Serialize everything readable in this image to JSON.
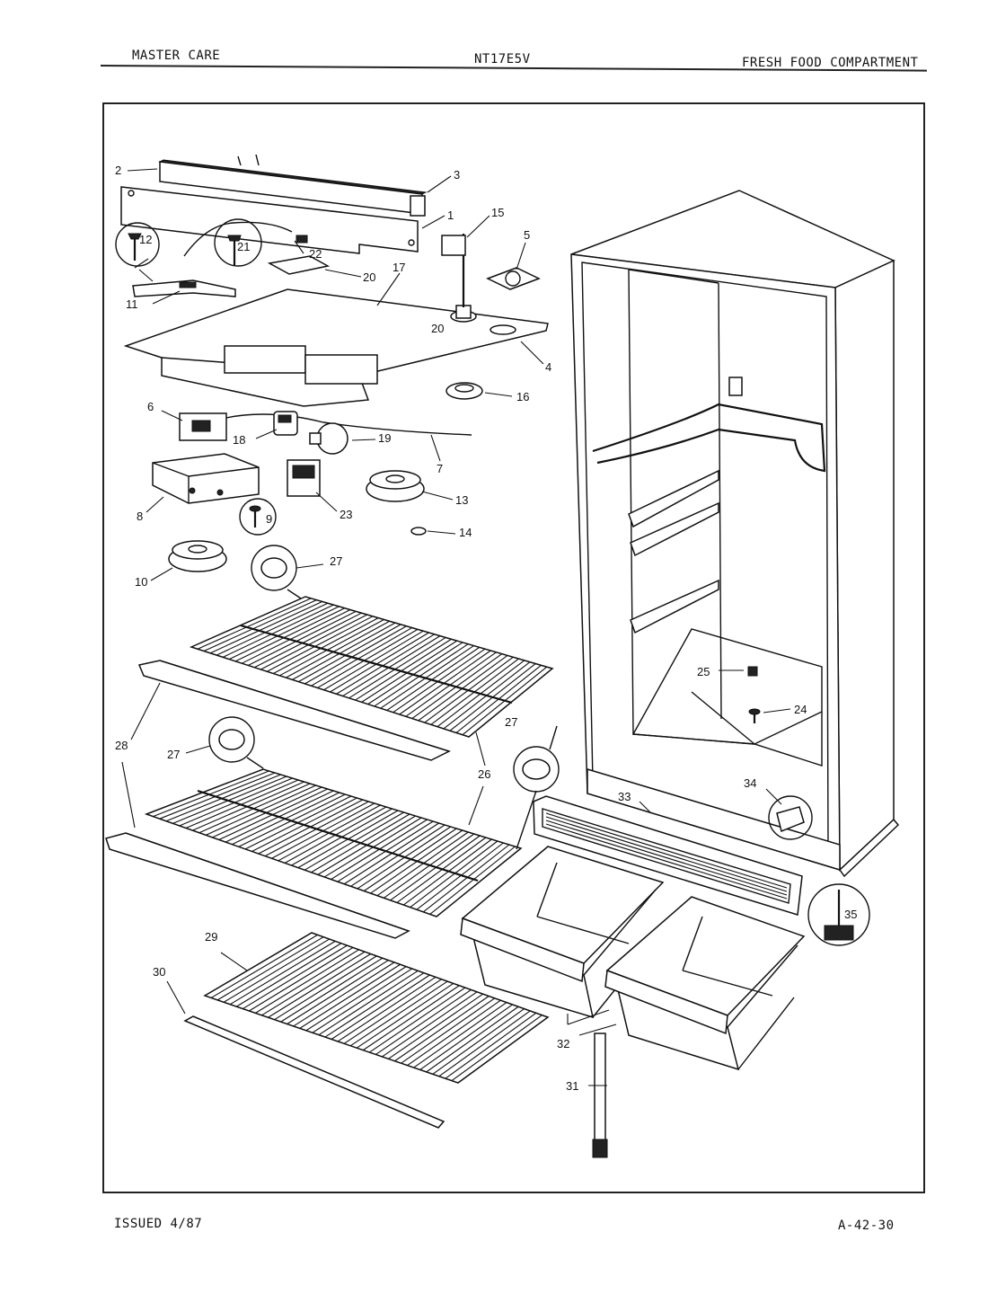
{
  "header": {
    "left": "MASTER CARE",
    "model": "NT17E5V",
    "right": "FRESH FOOD COMPARTMENT"
  },
  "footer": {
    "issued": "ISSUED 4/87",
    "code": "A-42-30"
  },
  "callouts": {
    "c1": "1",
    "c2": "2",
    "c3": "3",
    "c4": "4",
    "c5": "5",
    "c6": "6",
    "c7": "7",
    "c8": "8",
    "c9": "9",
    "c10": "10",
    "c11": "11",
    "c12": "12",
    "c13": "13",
    "c14": "14",
    "c15": "15",
    "c16": "16",
    "c17": "17",
    "c18": "18",
    "c19": "19",
    "c20": "20",
    "c20b": "20",
    "c21": "21",
    "c22": "22",
    "c23": "23",
    "c24": "24",
    "c25": "25",
    "c26": "26",
    "c27a": "27",
    "c27b": "27",
    "c27c": "27",
    "c28": "28",
    "c29": "29",
    "c30": "30",
    "c31": "31",
    "c32": "32",
    "c33": "33",
    "c34": "34",
    "c35": "35"
  }
}
